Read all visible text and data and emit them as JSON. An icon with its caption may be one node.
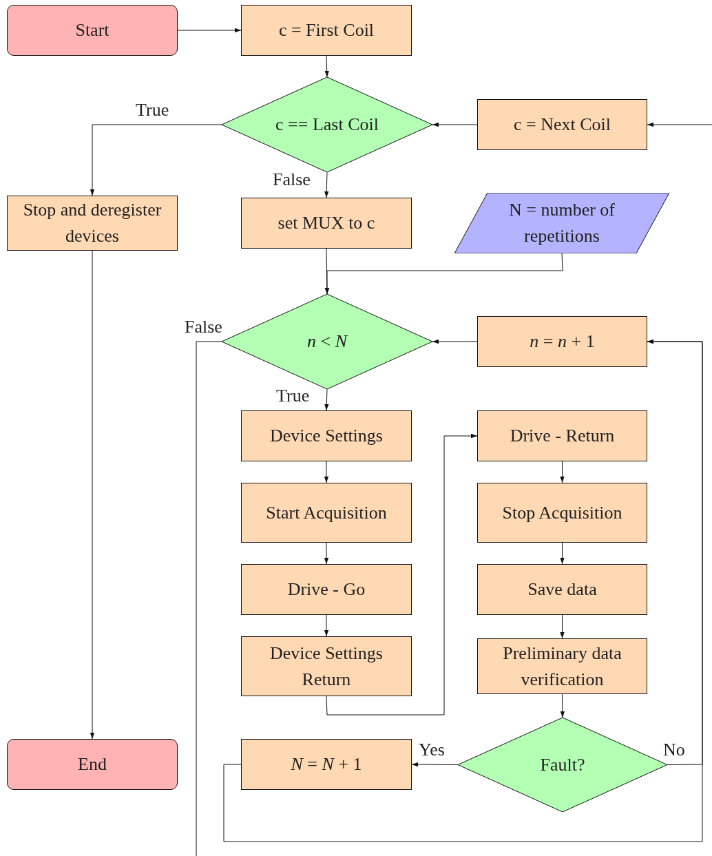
{
  "diagram": {
    "nodes": [
      {
        "text": [
          "Start"
        ]
      },
      {
        "text": [
          "c = First Coil"
        ]
      },
      {
        "text": [
          "c == Last Coil"
        ]
      },
      {
        "text": [
          "c = Next Coil"
        ]
      },
      {
        "text": [
          "Stop and deregister devices"
        ]
      },
      {
        "text": [
          "set MUX to c"
        ]
      },
      {
        "text": [
          "N = number of repetitions"
        ]
      },
      {
        "text": [
          "*n* < *N*"
        ]
      },
      {
        "text": [
          "*n* = *n* + 1"
        ]
      },
      {
        "text": [
          "End"
        ]
      },
      {
        "text": [
          "Device Settings"
        ]
      },
      {
        "text": [
          "Drive - Return"
        ]
      },
      {
        "text": [
          "Start Acquisition"
        ]
      },
      {
        "text": [
          "Stop Acquisition"
        ]
      },
      {
        "text": [
          "Drive - Go"
        ]
      },
      {
        "text": [
          "Save data"
        ]
      },
      {
        "text": [
          "Device Settings Return"
        ]
      },
      {
        "text": [
          "Preliminary data verification"
        ]
      },
      {
        "text": [
          "*N* = *N* + 1"
        ]
      },
      {
        "text": [
          "Fault?"
        ]
      }
    ],
    "edges": [
      {
        "from": 0,
        "to": 1,
        "arrow": "to"
      },
      {
        "from": 1,
        "to": 2,
        "arrow": "to"
      },
      {
        "from": 2,
        "to": 4,
        "arrow": "to",
        "label": "True"
      },
      {
        "from": 3,
        "to": 2,
        "arrow": "to"
      },
      {
        "from": null,
        "to": 3,
        "arrow": "to"
      },
      {
        "from": 2,
        "to": 5,
        "arrow": "to",
        "label": "False"
      },
      {
        "from": 5,
        "to": 7,
        "arrow": "to"
      },
      {
        "from": 6,
        "to": 7,
        "arrow": "to"
      },
      {
        "from": 4,
        "to": 9,
        "arrow": "to"
      },
      {
        "from": 7,
        "to": null,
        "arrow": "none",
        "label": "False"
      },
      {
        "from": 8,
        "to": 7,
        "arrow": "to"
      },
      {
        "from": 7,
        "to": 10,
        "arrow": "to",
        "label": "True"
      },
      {
        "from": 10,
        "to": 12,
        "arrow": "to"
      },
      {
        "from": 12,
        "to": 14,
        "arrow": "to"
      },
      {
        "from": 14,
        "to": 16,
        "arrow": "to"
      },
      {
        "from": 16,
        "to": 11,
        "arrow": "to"
      },
      {
        "from": 11,
        "to": 13,
        "arrow": "to"
      },
      {
        "from": 13,
        "to": 15,
        "arrow": "to"
      },
      {
        "from": 15,
        "to": 17,
        "arrow": "to"
      },
      {
        "from": 17,
        "to": 19,
        "arrow": "to"
      },
      {
        "from": 19,
        "to": 18,
        "arrow": "to",
        "label": "Yes"
      },
      {
        "from": 19,
        "to": 8,
        "arrow": "to",
        "label": "No"
      },
      {
        "from": 18,
        "to": 8,
        "arrow": "to"
      }
    ]
  }
}
